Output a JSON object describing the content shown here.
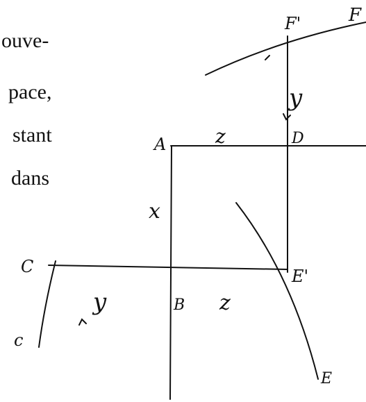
{
  "text_lines": [
    "ouve-",
    "pace,",
    "stant",
    "dans"
  ],
  "figure": {
    "points": {
      "A": "A",
      "B": "B",
      "C": "C",
      "D": "D",
      "E": "E",
      "F": "F",
      "F_prime": "F'",
      "E_prime": "E'",
      "E_lower": "E",
      "c": "c"
    },
    "segments": {
      "AB": "x",
      "AD": "z",
      "BE": "z",
      "DF": "y",
      "BC": "y"
    }
  }
}
